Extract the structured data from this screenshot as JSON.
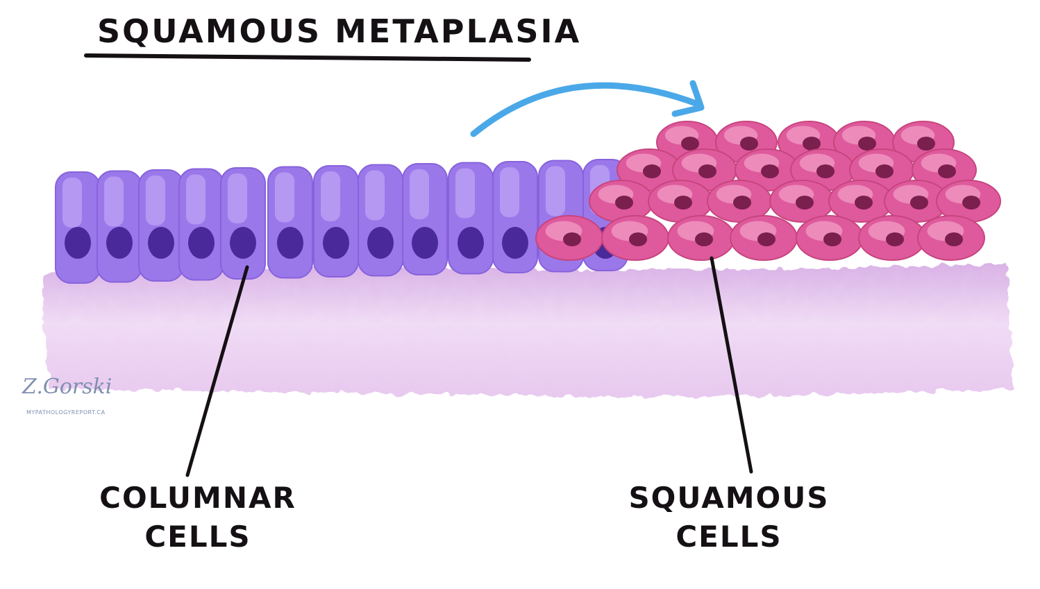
{
  "title": "SQUAMOUS METAPLASIA",
  "labels": {
    "columnar": [
      "COLUMNAR",
      "CELLS"
    ],
    "squamous": [
      "SQUAMOUS",
      "CELLS"
    ]
  },
  "signature": {
    "name": "Z.Gorski",
    "site": "MYPATHOLOGYREPORT.CA"
  },
  "colors": {
    "columnar_cell": "#9b78ea",
    "columnar_nucleus": "#4a2a9a",
    "squamous_cell": "#de5a9c",
    "squamous_nucleus": "#7a1f4e",
    "stroma": "#e6c9f0",
    "arrow": "#4aa8e8",
    "ink": "#141014"
  },
  "icons": {
    "arrow": "curved-arrow-icon"
  }
}
